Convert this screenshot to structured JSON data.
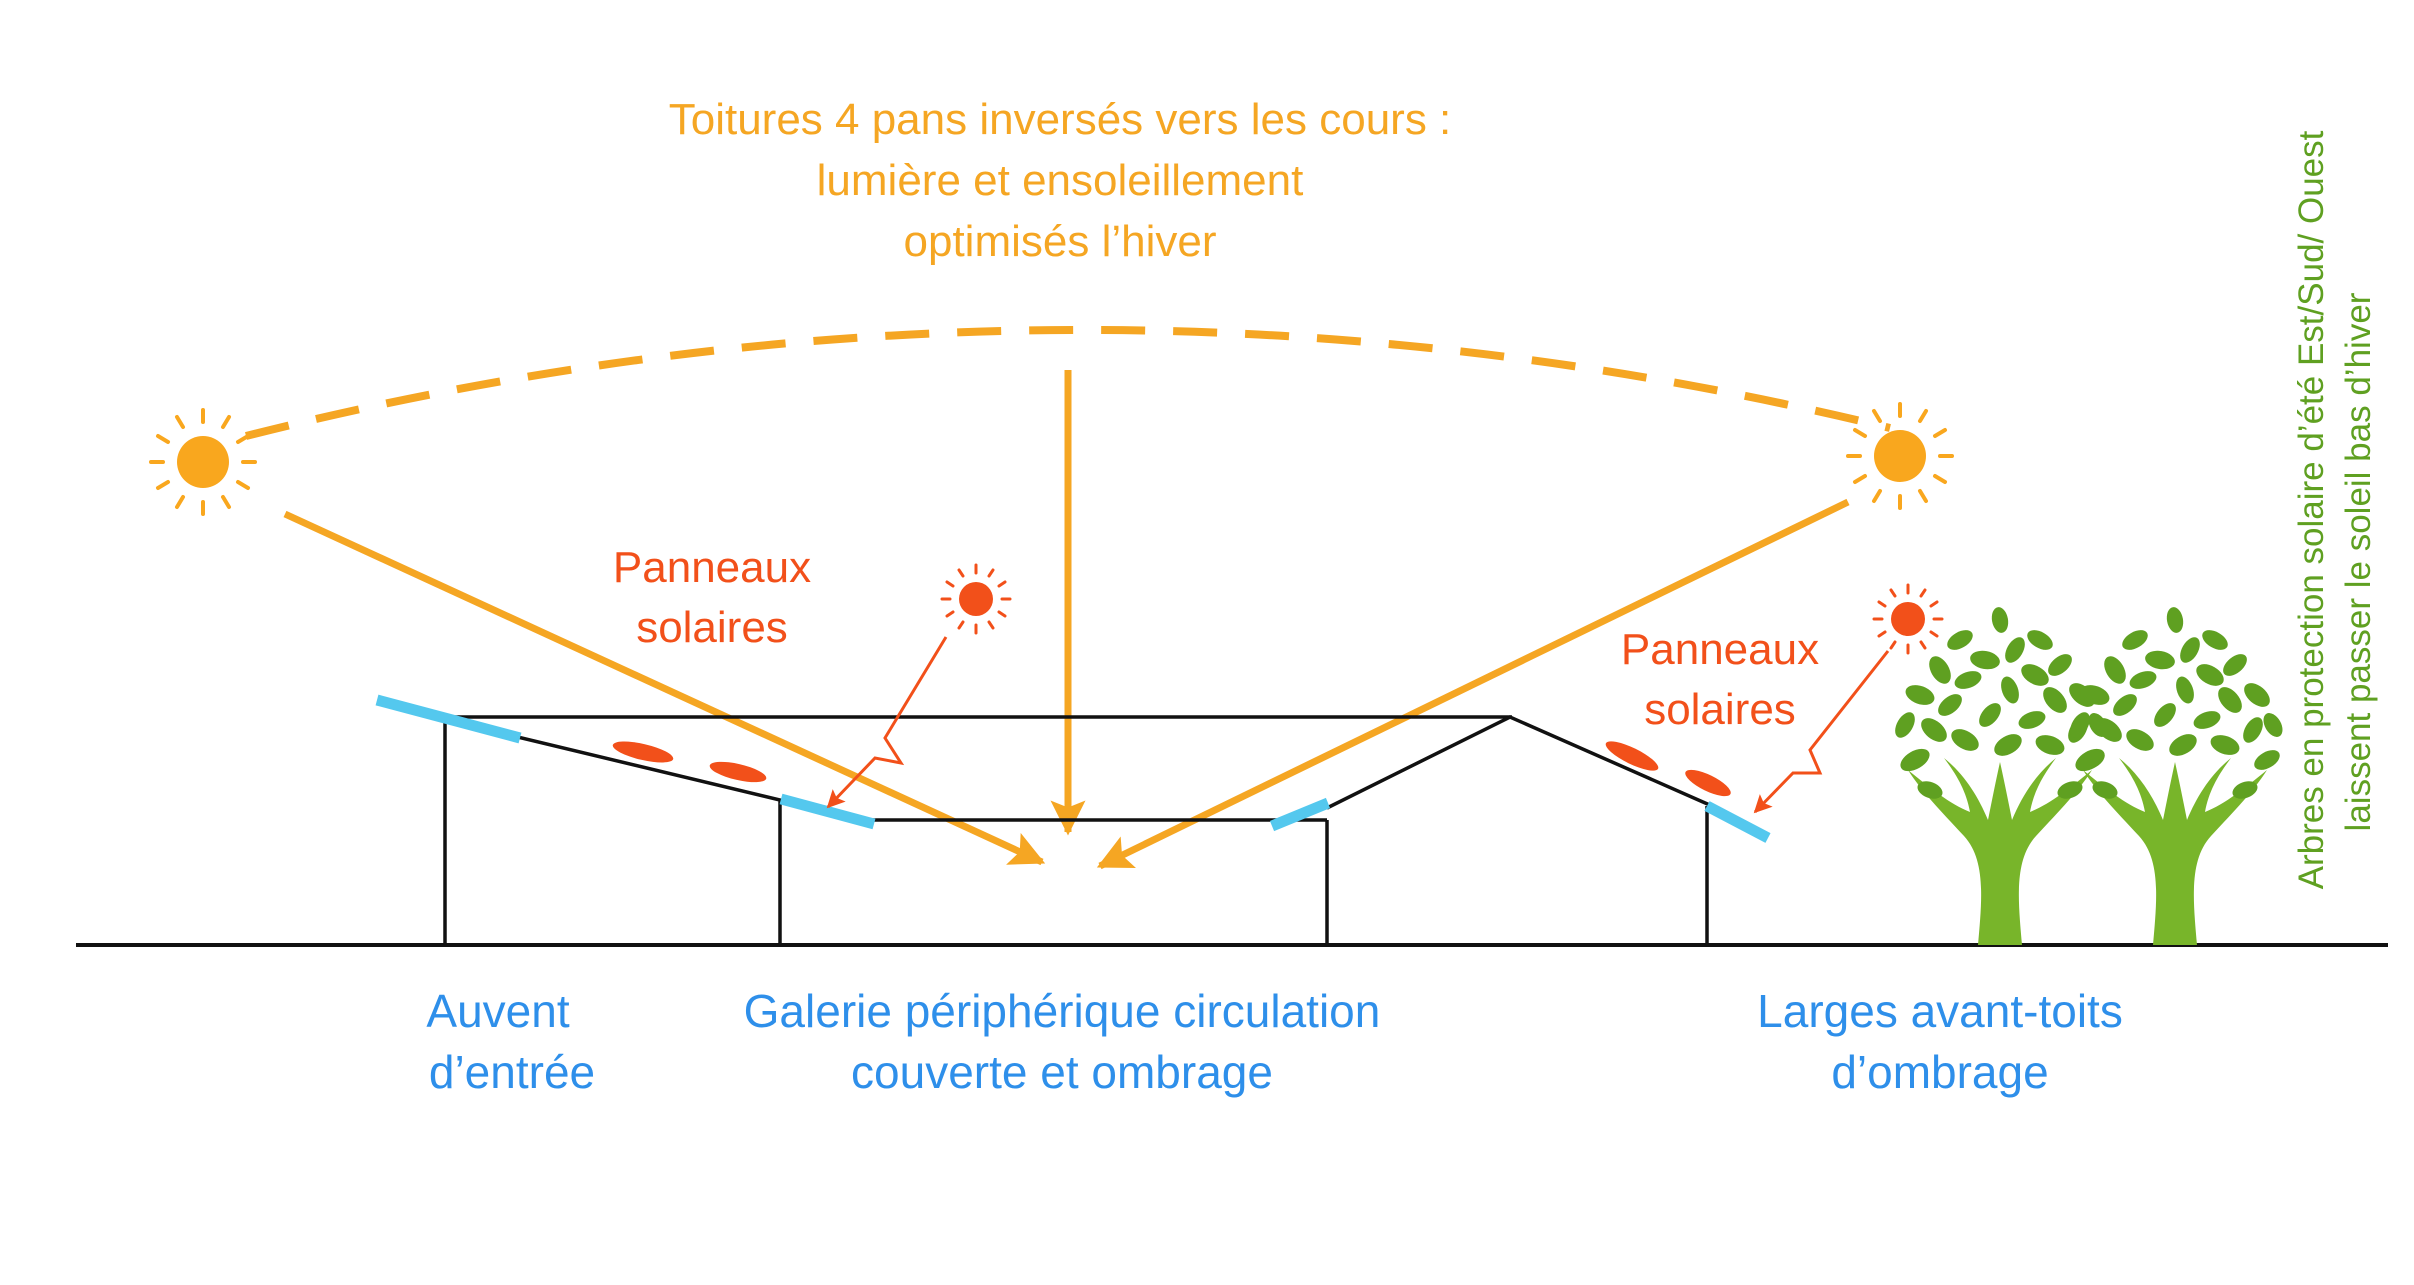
{
  "title_lines": [
    "Toitures 4 pans inversés vers les cours :",
    "lumière et ensoleillement",
    "optimisés l’hiver"
  ],
  "solar_panels_left": [
    "Panneaux",
    "solaires"
  ],
  "solar_panels_right": [
    "Panneaux",
    "solaires"
  ],
  "labels_bottom": {
    "auvent": [
      "Auvent",
      "d’entrée"
    ],
    "galerie": [
      "Galerie périphérique circulation",
      "couverte et ombrage"
    ],
    "avant_toits": [
      "Larges avant-toits",
      "d’ombrage"
    ]
  },
  "trees_note": [
    "Arbres en protection solaire d’été Est/Sud/ Ouest",
    "laissent passer le soleil bas d’hiver"
  ],
  "colors": {
    "sun": "#F9A71E",
    "ray": "#F5A623",
    "panel_sun": "#F2501A",
    "glass": "#54C8EE",
    "label_blue": "#2E8FEA",
    "tree_green": "#5FA021",
    "trunk_green": "#78B52A",
    "structure": "#111111"
  }
}
